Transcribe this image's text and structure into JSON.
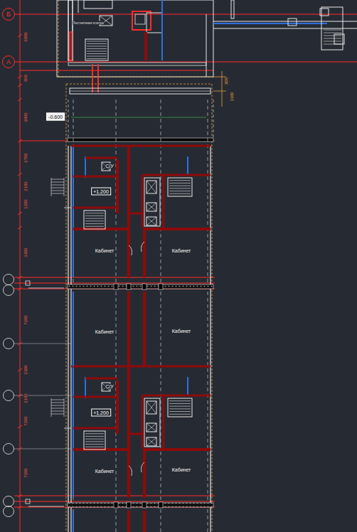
{
  "diagram": {
    "nodes": [
      {
        "text": [
          "Б"
        ]
      },
      {
        "text": [
          "А"
        ]
      }
    ],
    "labels": [
      "6000",
      "600",
      "3000",
      "2700",
      "2100",
      "1200",
      "3300",
      "7200",
      "3300",
      "2100",
      "7200",
      "7200",
      "-0.600",
      "С/У",
      "+1.200",
      "Кабинет",
      "Кабинет",
      "Кабинет",
      "Кабинет",
      "С/У",
      "+1.200",
      "Кабинет",
      "Кабинет",
      "300",
      "1100",
      "Лестничная клетка"
    ]
  }
}
